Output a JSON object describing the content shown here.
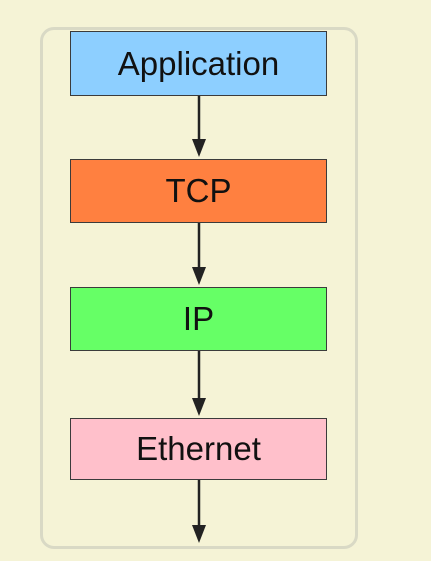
{
  "diagram": {
    "layers": [
      {
        "label": "Application",
        "color": "#8dcfff"
      },
      {
        "label": "TCP",
        "color": "#ff8040"
      },
      {
        "label": "IP",
        "color": "#66ff66"
      },
      {
        "label": "Ethernet",
        "color": "#ffc0cb"
      }
    ],
    "frame_color": "#d9d9c5",
    "arrow_color": "#222222",
    "background_color": "#f5f3d6"
  }
}
